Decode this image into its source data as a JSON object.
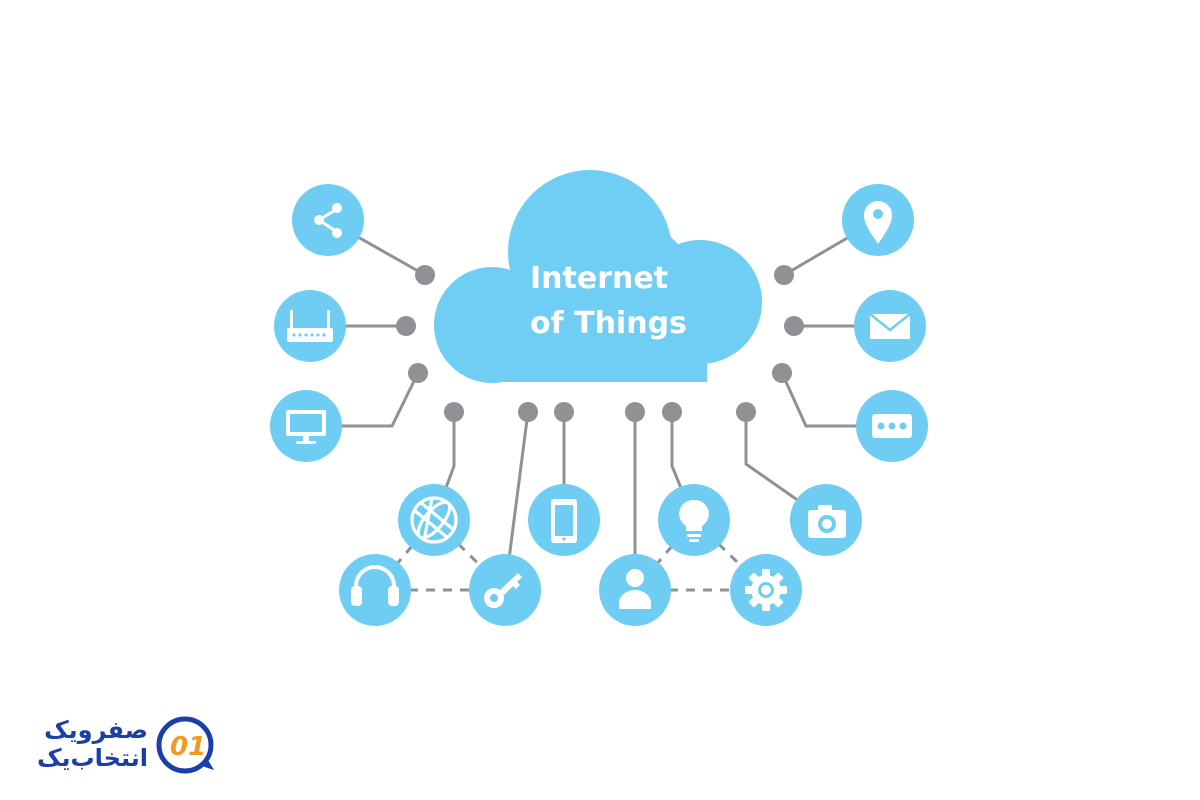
{
  "diagram": {
    "title_line1": "Internet",
    "title_line2": "of Things",
    "colors": {
      "node": "#6fcdf4",
      "cloud": "#70cdf4",
      "connector": "#8f9195",
      "dot": "#8f9195",
      "icon": "#ffffff"
    },
    "nodes": [
      {
        "icon": "share-icon"
      },
      {
        "icon": "router-icon"
      },
      {
        "icon": "monitor-icon"
      },
      {
        "icon": "location-pin-icon"
      },
      {
        "icon": "mail-icon"
      },
      {
        "icon": "chat-bubble-icon"
      },
      {
        "icon": "globe-icon"
      },
      {
        "icon": "headphones-icon"
      },
      {
        "icon": "key-icon"
      },
      {
        "icon": "smartphone-icon"
      },
      {
        "icon": "lightbulb-icon"
      },
      {
        "icon": "user-icon"
      },
      {
        "icon": "gear-icon"
      },
      {
        "icon": "camera-icon"
      }
    ]
  },
  "logo": {
    "line1": "صفرویک",
    "line2": "انتخاب‌یک",
    "mark_text": "01",
    "colors": {
      "blue": "#1b3fa8",
      "orange": "#f39a1e"
    }
  }
}
